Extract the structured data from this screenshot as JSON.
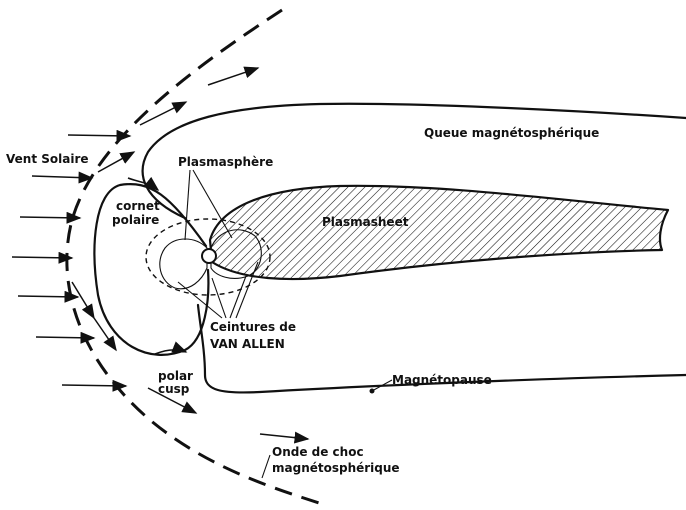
{
  "labels": {
    "solar_wind": "Vent Solaire",
    "magnetotail": "Queue magnétosphérique",
    "plasmasphere": "Plasmasphère",
    "plasmasheet": "Plasmasheet",
    "polar_horn_1": "cornet",
    "polar_horn_2": "polaire",
    "van_allen_1": "Ceintures de",
    "van_allen_2": "VAN ALLEN",
    "polar_cusp_1": "polar",
    "polar_cusp_2": "cusp",
    "magnetopause": "Magnétopause",
    "bow_shock_1": "Onde de choc",
    "bow_shock_2": "magnétosphérique"
  },
  "colors": {
    "ink": "#111111",
    "background": "#ffffff"
  }
}
